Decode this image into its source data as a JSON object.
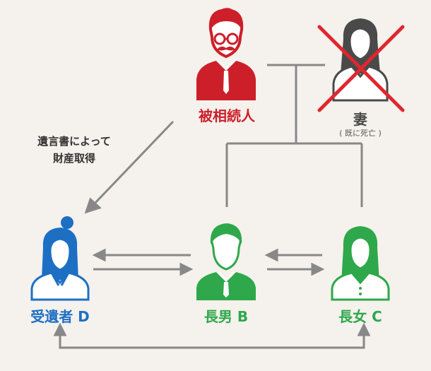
{
  "decedent": {
    "label": "被相続人",
    "color": "#cc1f2a",
    "icon": "man-mustache-glasses-icon"
  },
  "spouse": {
    "label": "妻",
    "note": "( 既に死亡 )",
    "color": "#4a4a4a",
    "icon": "woman-icon",
    "deceased_mark": "red-x-icon"
  },
  "legatee": {
    "label": "受遺者 D",
    "color": "#1d6fc4",
    "icon": "woman-ponytail-icon"
  },
  "son": {
    "label": "長男 B",
    "color": "#2ea84a",
    "icon": "man-icon"
  },
  "daughter": {
    "label": "長女 C",
    "color": "#2ea84a",
    "icon": "woman-icon"
  },
  "will_note": {
    "line1": "遺言書によって",
    "line2": "財産取得"
  },
  "colors": {
    "line": "#888888",
    "background": "#f5f1ec"
  }
}
